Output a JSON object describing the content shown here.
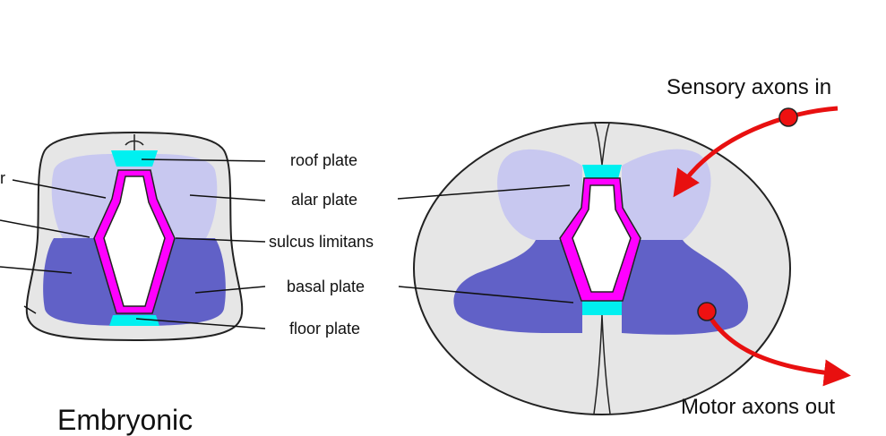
{
  "colors": {
    "alar": "#c8c8f0",
    "basal": "#6161c7",
    "lumen_wall": "#ff00ff",
    "plate": "#00f0f0",
    "tissue": "#e6e6e6",
    "outline": "#222222",
    "arrow": "#e81010",
    "arrow_dot": "#ee1111"
  },
  "labels": {
    "roof_plate": "roof plate",
    "alar_plate": "alar plate",
    "sulcus_limitans": "sulcus limitans",
    "basal_plate": "basal plate",
    "floor_plate": "floor plate",
    "cutoff_left": "r",
    "sensory": "Sensory axons in",
    "motor": "Motor axons out",
    "embryonic": "Embryonic"
  },
  "icons": [
    "sensory-arrow-icon",
    "motor-arrow-icon"
  ]
}
